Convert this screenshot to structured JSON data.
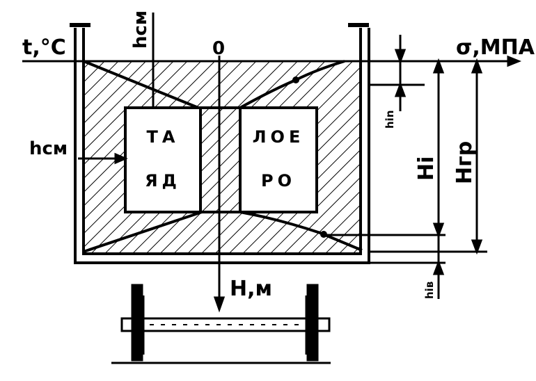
{
  "labels": {
    "t_axis": "t,°C",
    "origin": "0",
    "sigma_axis": "σ,МПА",
    "h_cm_vertical": "hсм",
    "h_cm_left": "hсм",
    "h_i_n": "hin",
    "H_i": "Hi",
    "H_gr": "Hгр",
    "h_i_b": "hiв",
    "H_axis": "H,м"
  },
  "box_left": {
    "line1": "ТА",
    "line2": "ЯД"
  },
  "box_right": {
    "line1": "ЛОЕ",
    "line2": "РО"
  }
}
